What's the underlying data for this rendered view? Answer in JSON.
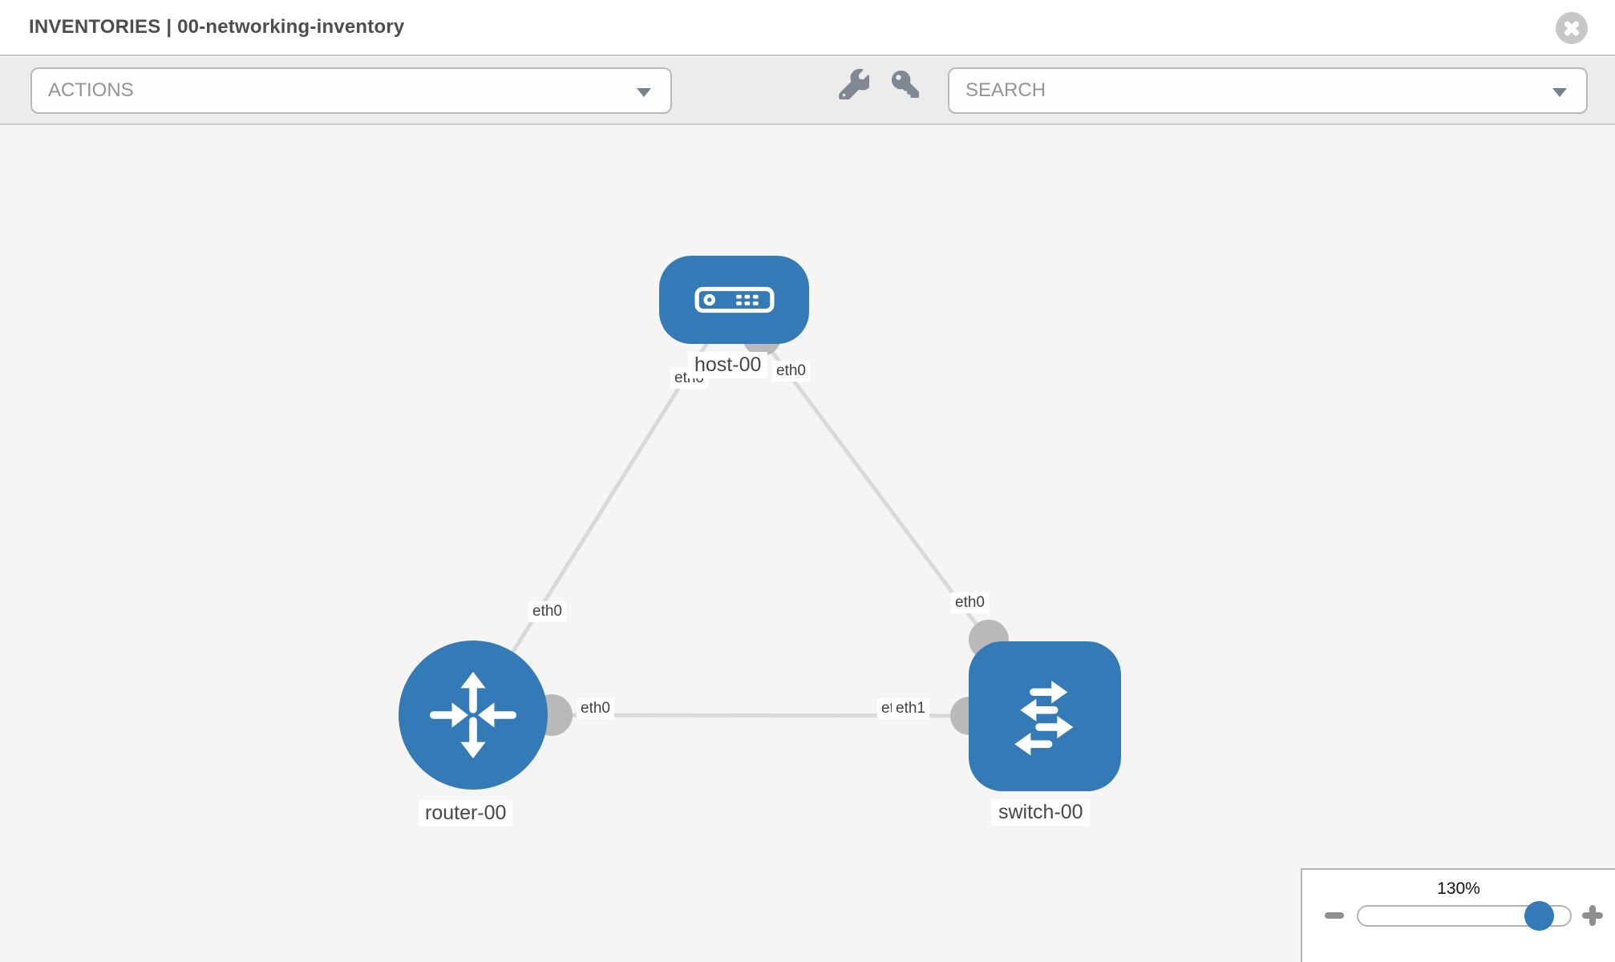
{
  "header": {
    "title": "INVENTORIES | 00-networking-inventory",
    "close_icon": "times-circle-icon"
  },
  "toolbar": {
    "actions_label": "ACTIONS",
    "search_label": "SEARCH",
    "tool_icons": [
      "wrench-icon",
      "key-icon"
    ]
  },
  "topology": {
    "nodes": [
      {
        "id": "host-00",
        "label": "host-00",
        "type": "host",
        "icon": "server-icon",
        "shape": "rounded-rect"
      },
      {
        "id": "router-00",
        "label": "router-00",
        "type": "router",
        "icon": "router-arrows-icon",
        "shape": "circle"
      },
      {
        "id": "switch-00",
        "label": "switch-00",
        "type": "switch",
        "icon": "switch-arrows-icon",
        "shape": "rounded-square"
      }
    ],
    "links": [
      {
        "source": "host-00",
        "source_interface": "eth0",
        "target": "router-00",
        "target_interface": "eth0"
      },
      {
        "source": "host-00",
        "source_interface": "eth0",
        "target": "switch-00",
        "target_interface": "eth0"
      },
      {
        "source": "router-00",
        "source_interface": "eth0",
        "target": "switch-00",
        "target_interface": "eth1"
      }
    ]
  },
  "zoom_panel": {
    "level": "130%",
    "minus_icon": "minus-icon",
    "plus_icon": "plus-icon"
  },
  "colors": {
    "node_blue": "#337ab7",
    "link_gray": "#d9d9d9",
    "dot_gray": "#b9b9b9",
    "canvas_bg": "#f5f5f6",
    "toolbar_bg": "#ececec",
    "title_text": "#4d4d4d"
  }
}
